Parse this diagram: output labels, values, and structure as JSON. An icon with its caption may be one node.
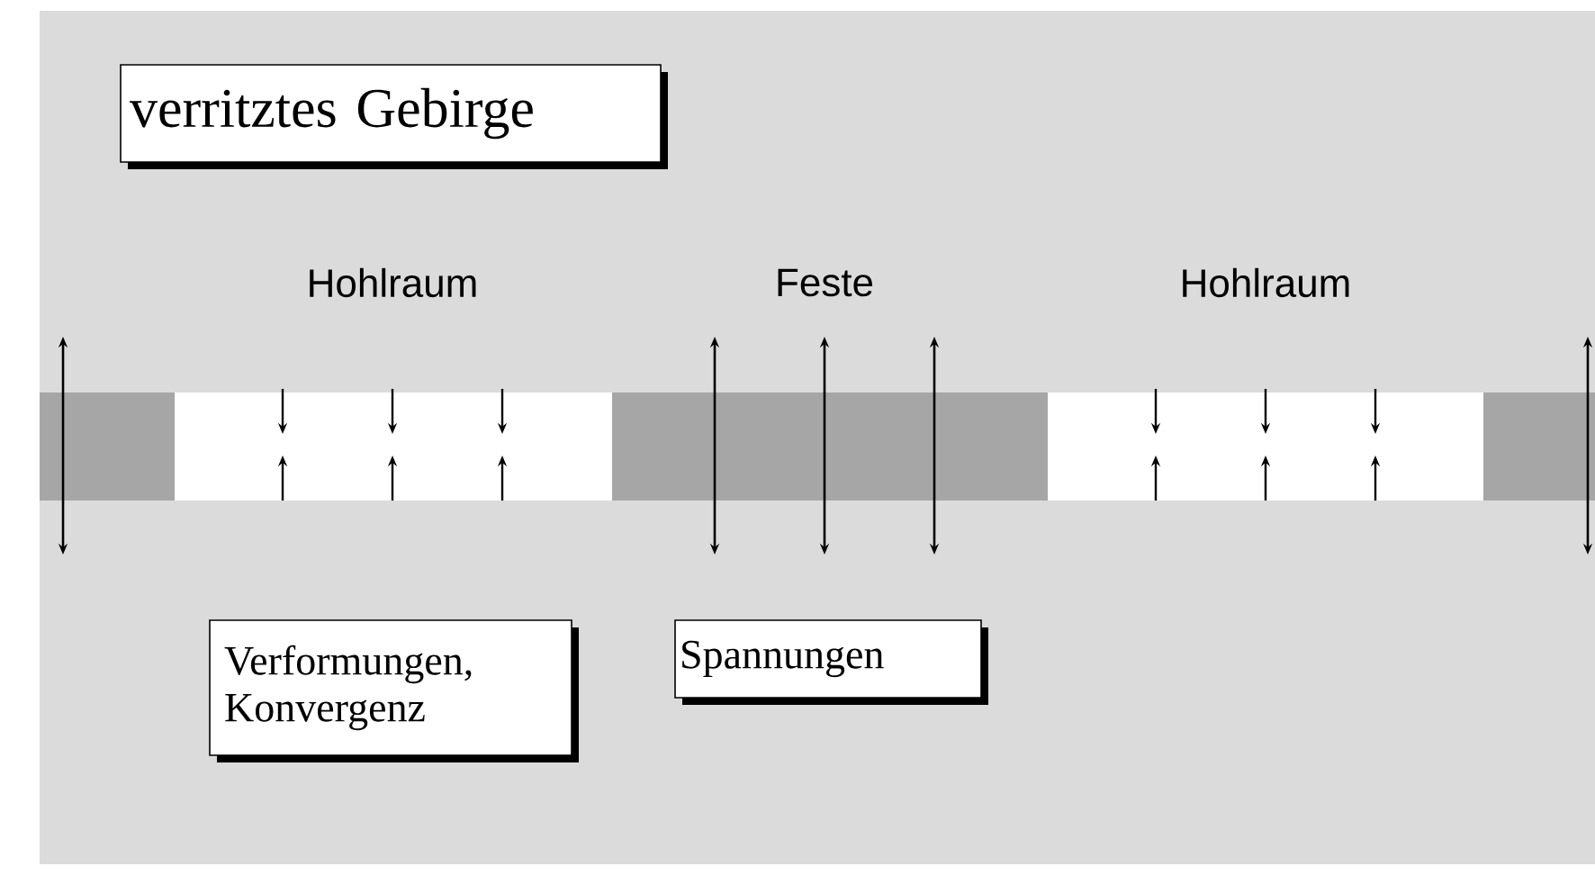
{
  "diagram": {
    "nodes": [
      {
        "text": [
          "verritztes Gebirge"
        ]
      },
      {
        "text": [
          "Verformungen, Konvergenz"
        ]
      },
      {
        "text": [
          "Spannungen"
        ]
      }
    ],
    "labels": [
      "Hohlraum",
      "Feste",
      "Hohlraum"
    ]
  }
}
